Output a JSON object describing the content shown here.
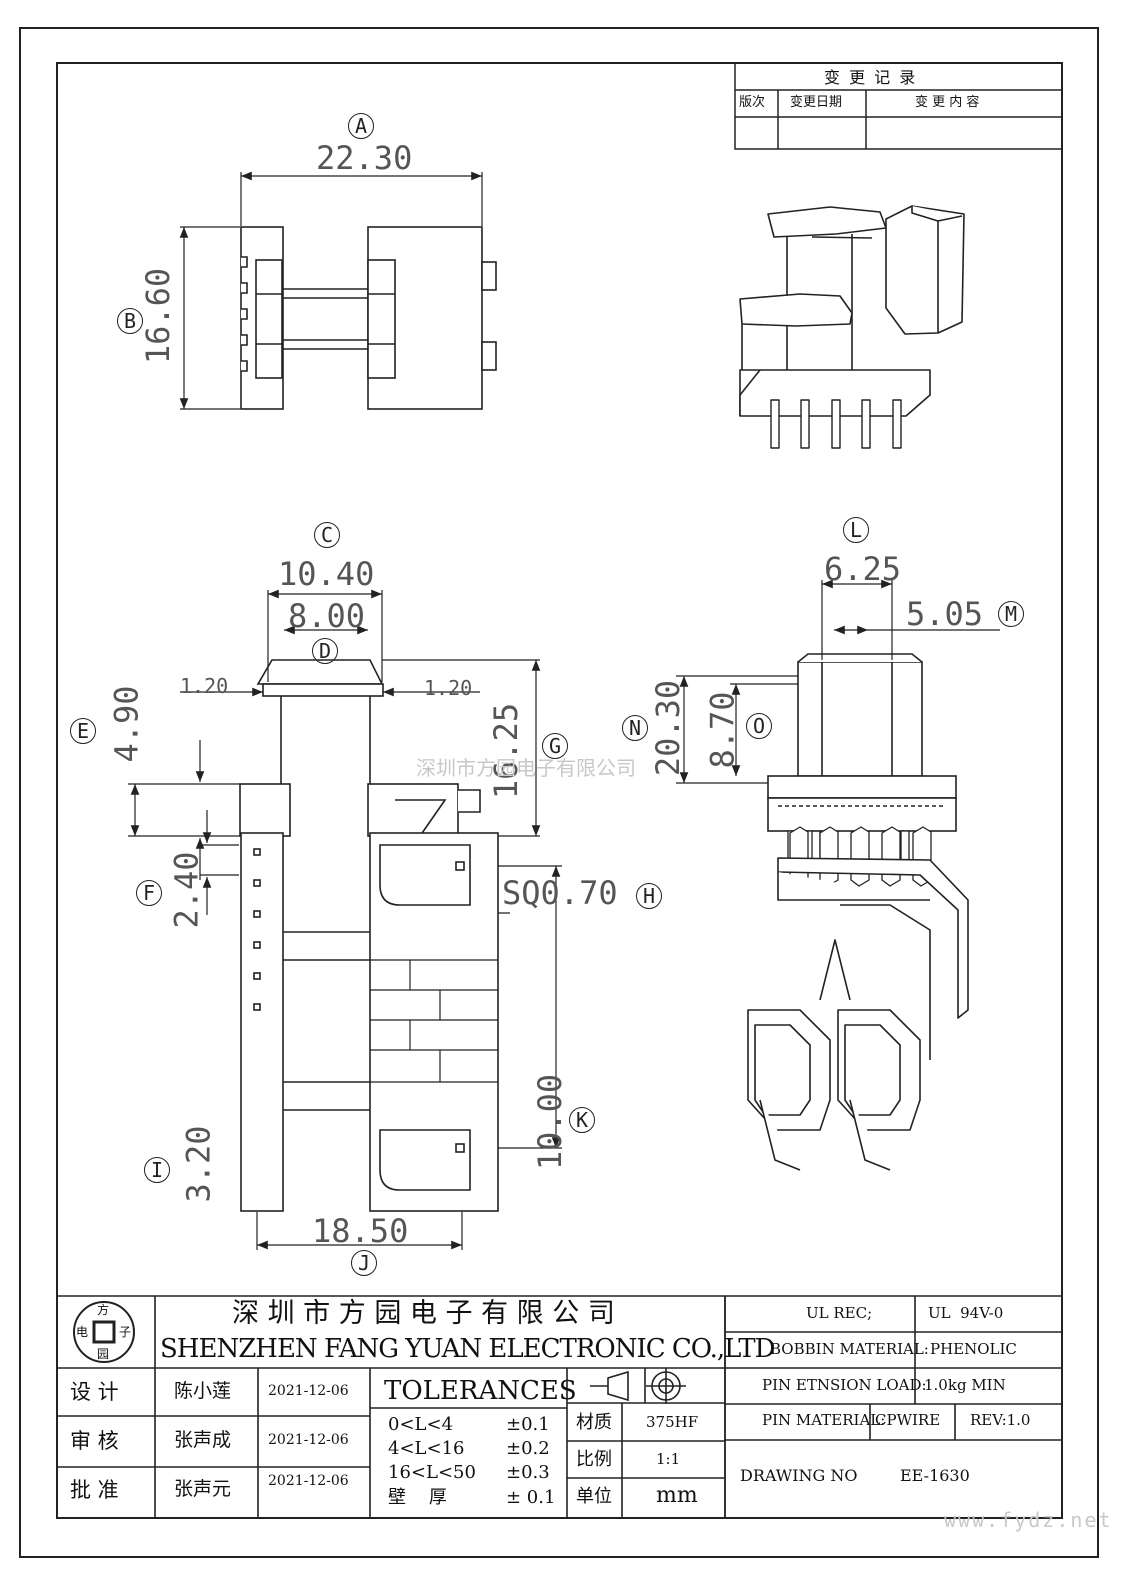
{
  "revision_table": {
    "title": "变 更 记 录",
    "col_version": "版次",
    "col_date": "变更日期",
    "col_content": "变 更 内 容"
  },
  "dimensions": {
    "A": {
      "label": "A",
      "value": "22.30"
    },
    "B": {
      "label": "B",
      "value": "16.60"
    },
    "C": {
      "label": "C",
      "value": "10.40"
    },
    "D": {
      "label": "D",
      "value": "8.00"
    },
    "E": {
      "label": "E",
      "value": "4.90"
    },
    "F": {
      "label": "F",
      "value": "2.40"
    },
    "G": {
      "label": "G",
      "value": "16.25"
    },
    "H": {
      "label": "H",
      "value": "SQ0.70"
    },
    "I": {
      "label": "I",
      "value": "3.20"
    },
    "J": {
      "label": "J",
      "value": "18.50"
    },
    "K": {
      "label": "K",
      "value": "10.00"
    },
    "L": {
      "label": "L",
      "value": "6.25"
    },
    "M": {
      "label": "M",
      "value": "5.05"
    },
    "N": {
      "label": "N",
      "value": "20.30"
    },
    "O": {
      "label": "O",
      "value": "8.70"
    },
    "flange_left": "1.20",
    "flange_right": "1.20"
  },
  "title_block": {
    "logo_chars": [
      "方",
      "电",
      "子",
      "园"
    ],
    "company_cn": "深 圳 市 方 园 电 子 有 限 公 司",
    "company_en": "SHENZHEN FANG YUAN ELECTRONIC CO.,LTD",
    "rows": [
      {
        "role": "设 计",
        "name": "陈小莲",
        "date": "2021-12-06"
      },
      {
        "role": "审 核",
        "name": "张声成",
        "date": "2021-12-06"
      },
      {
        "role": "批 准",
        "name": "张声元",
        "date": "2021-12-06"
      }
    ],
    "tolerances_title": "TOLERANCES",
    "tolerances": [
      {
        "range": "0<L<4",
        "value": "±0.1"
      },
      {
        "range": "4<L<16",
        "value": "±0.2"
      },
      {
        "range": "16<L<50",
        "value": "±0.3"
      },
      {
        "range": "壁    厚",
        "value": "± 0.1"
      }
    ],
    "material_label": "材质",
    "material_value": "375HF",
    "scale_label": "比例",
    "scale_value": "1:1",
    "unit_label": "单位",
    "unit_value": "mm",
    "ul_rec_label": "UL REC;",
    "ul_rec_value": "UL  94V-0",
    "bobbin_material_label": "BOBBIN MATERIAL:",
    "bobbin_material_value": "PHENOLIC",
    "pin_load_label": "PIN ETNSION LOAD:",
    "pin_load_value": "1.0kg MIN",
    "pin_material_label": "PIN MATERIAL:",
    "pin_material_value": "CPWIRE",
    "rev": "REV:1.0",
    "drawing_no_label": "DRAWING NO",
    "drawing_no_value": "EE-1630"
  },
  "watermarks": {
    "center": "深圳市方园电子有限公司",
    "corner": "www.fydz.net"
  }
}
